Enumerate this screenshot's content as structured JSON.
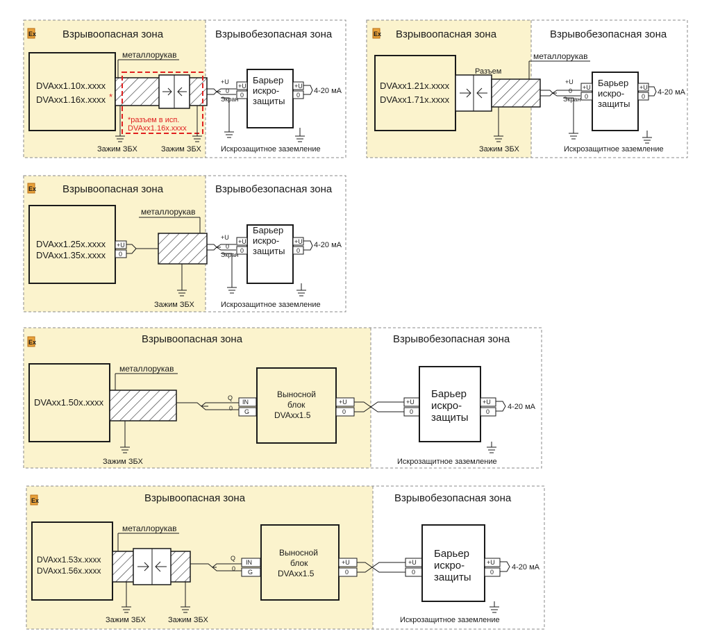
{
  "zones": {
    "hazardous": "Взрывоопасная зона",
    "safe": "Взрывобезопасная зона"
  },
  "ex_symbol": "Ex",
  "labels": {
    "hose": "металлорукав",
    "clamp": "Зажим ЗБХ",
    "ground": "Искрозащитное заземление",
    "barrier_l1": "Барьер",
    "barrier_l2": "искро-",
    "barrier_l3": "защиты",
    "current": "4-20 мА",
    "term_plus_u": "+U",
    "term_zero": "0",
    "term_screen": "Экран",
    "term_in": "IN",
    "term_g": "G",
    "term_q": "Q",
    "connector": "Разъем",
    "remote_l1": "Выносной",
    "remote_l2": "блок",
    "remote_l3": "DVAxx1.5"
  },
  "diagrams": [
    {
      "models": [
        "DVAxx1.10x.xxxx",
        "DVAxx1.16x.xxxx"
      ],
      "model_marker": "*",
      "note_l1": "*разъем в исп.",
      "note_l2": "DVAxx1.16x.xxxx"
    },
    {
      "models": [
        "DVAxx1.21x.xxxx",
        "DVAxx1.71x.xxxx"
      ]
    },
    {
      "models": [
        "DVAxx1.25x.xxxx",
        "DVAxx1.35x.xxxx"
      ]
    },
    {
      "models": [
        "DVAxx1.50x.xxxx"
      ]
    },
    {
      "models": [
        "DVAxx1.53x.xxxx",
        "DVAxx1.56x.xxxx"
      ]
    }
  ],
  "colors": {
    "hazardous_fill": "#fbf3cd",
    "note_red": "#e02020",
    "ex_orange": "#e9a23b"
  }
}
